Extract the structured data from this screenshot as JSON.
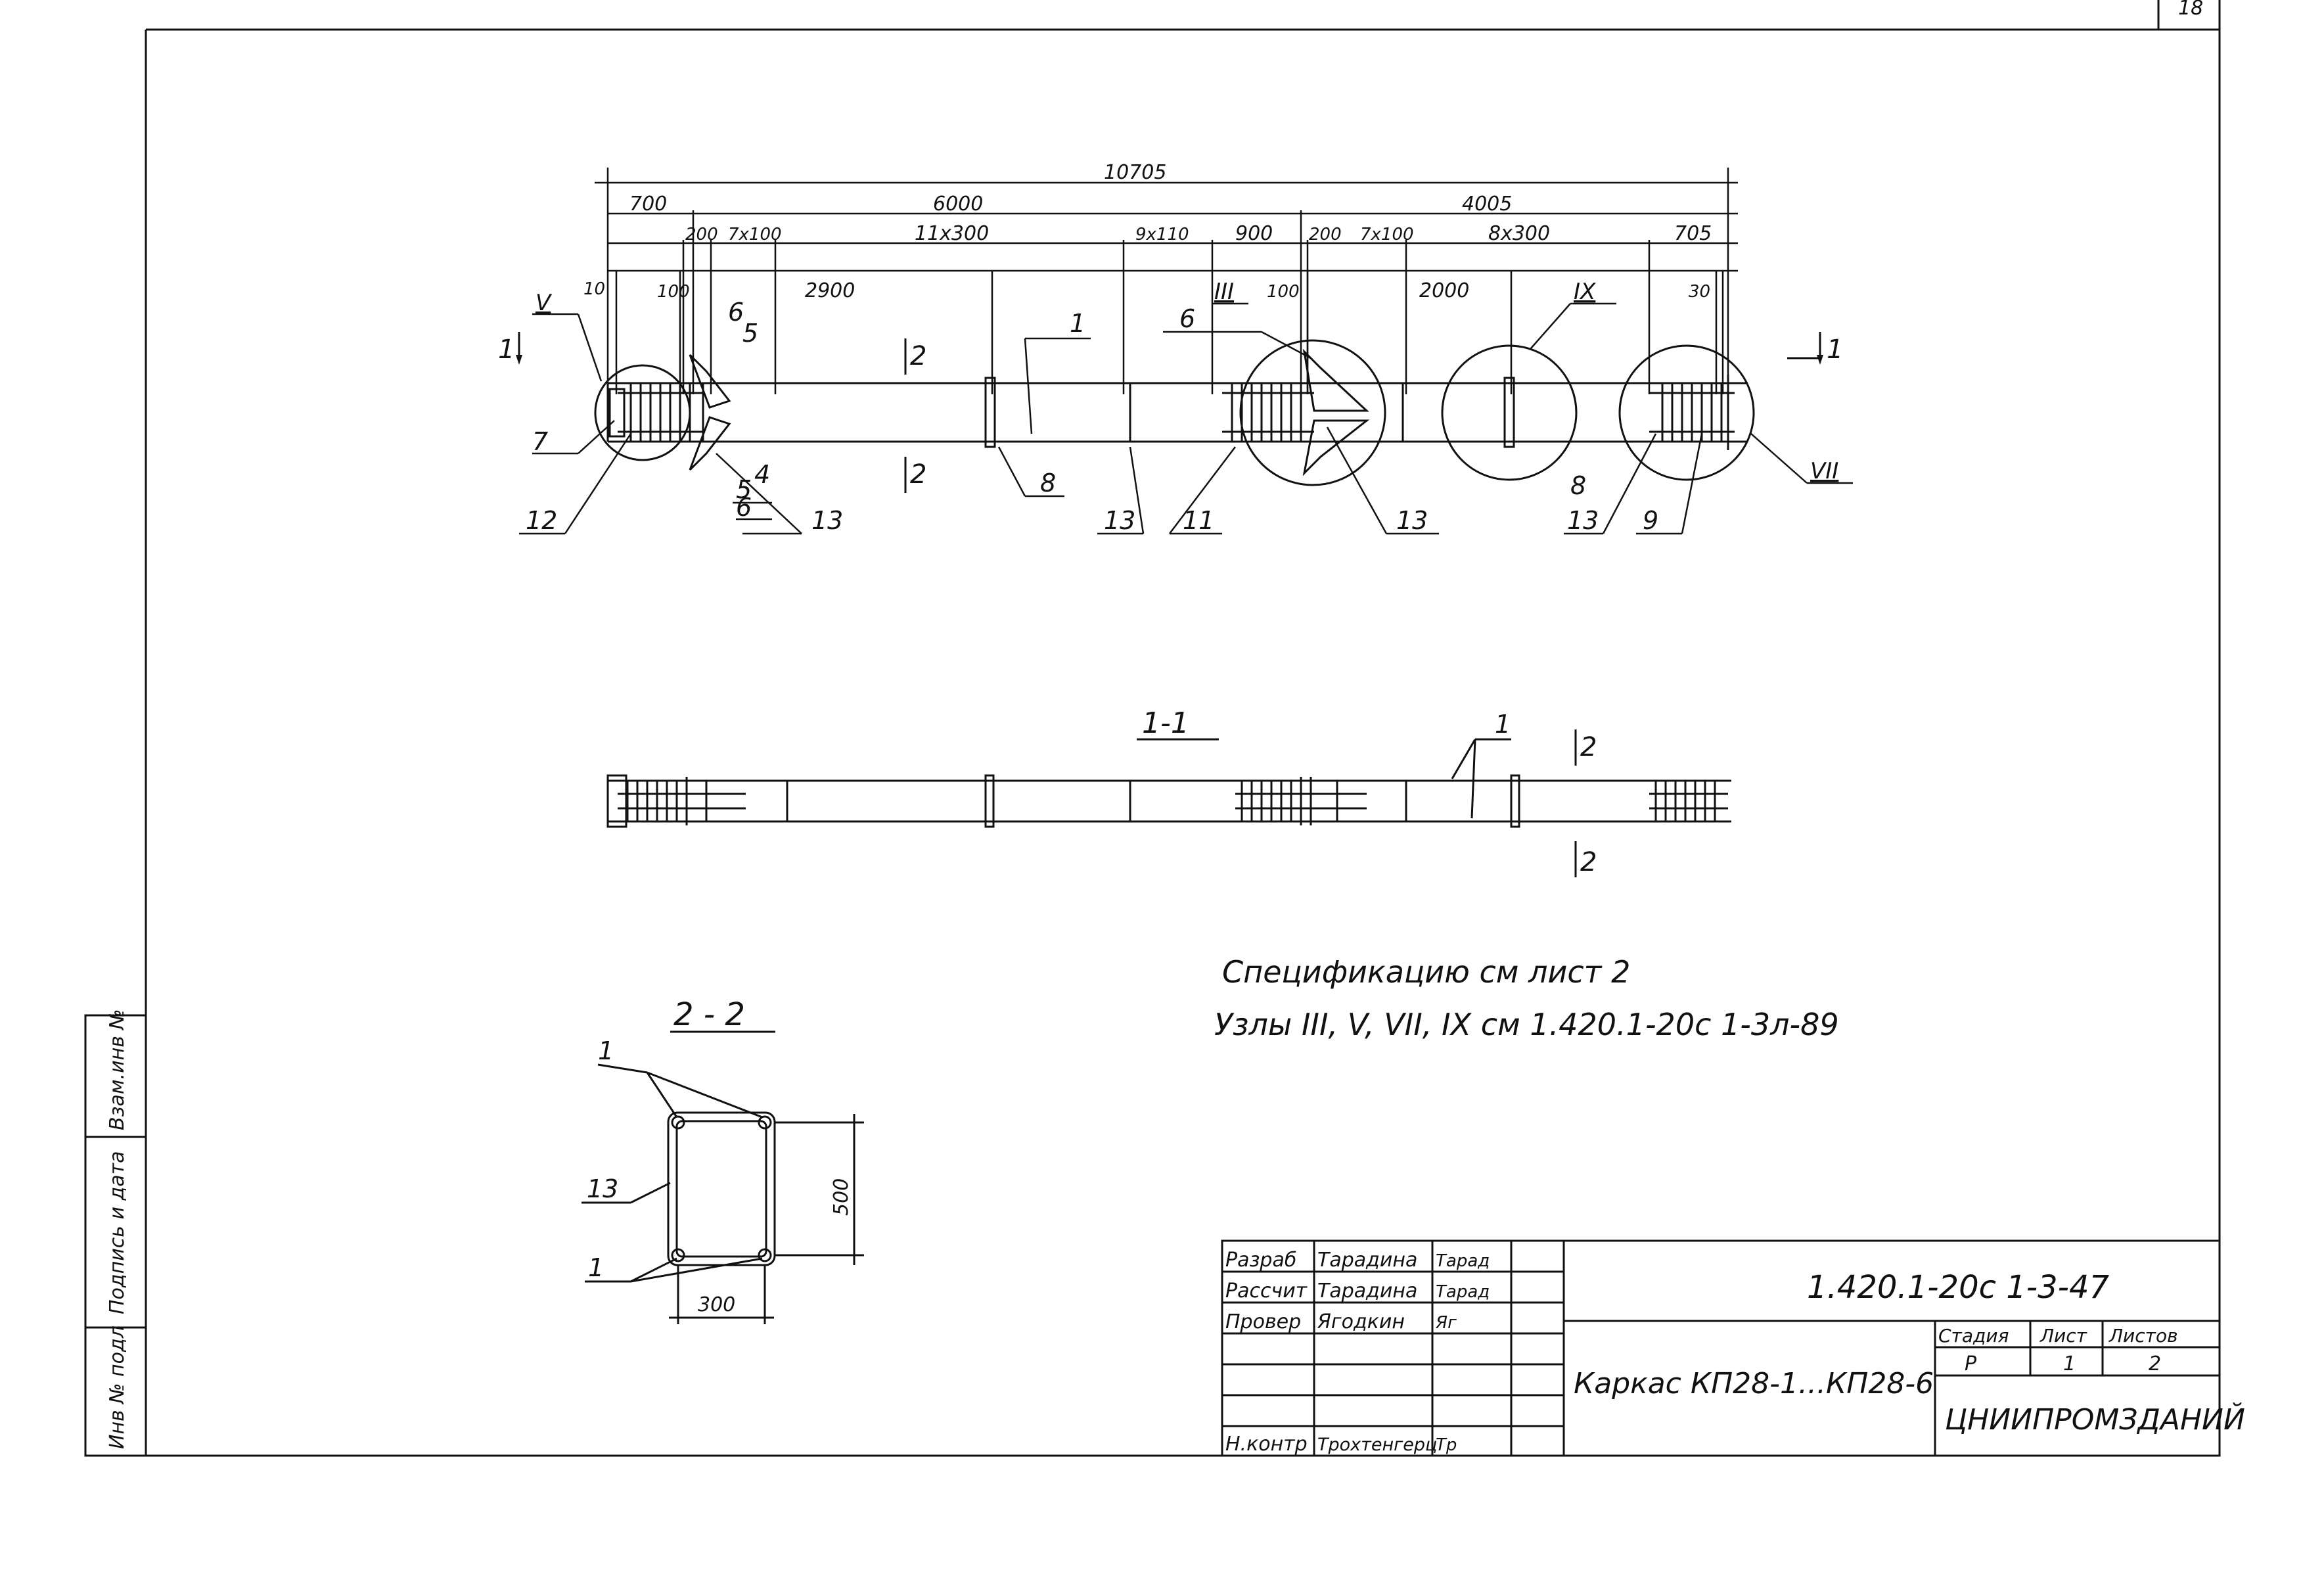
{
  "page_number": "18",
  "elevation": {
    "dims": {
      "total": "10705",
      "d6000": "6000",
      "d4005": "4005",
      "d700": "700",
      "d200a": "200",
      "d7x100a": "7x100",
      "d11x300": "11x300",
      "d9x110": "9x110",
      "d900": "900",
      "d200b": "200",
      "d7x100b": "7x100",
      "d8x300": "8x300",
      "d705": "705",
      "d10": "10",
      "d100a": "100",
      "d2900": "2900",
      "d100b": "100",
      "d2000": "2000",
      "d30": "30"
    },
    "nodes": {
      "III": "III",
      "V": "V",
      "VII": "VII",
      "IX": "IX"
    },
    "cut_mark": "1",
    "section2_mark": "2",
    "pos": {
      "p1": "1",
      "p4": "4",
      "p5a": "5",
      "p5b": "5",
      "p6a": "6",
      "p6b": "6",
      "p6c": "6",
      "p7": "7",
      "p8a": "8",
      "p8b": "8",
      "p9": "9",
      "p11": "11",
      "p12": "12",
      "p13a": "13",
      "p13b": "13",
      "p13c": "13",
      "p13d": "13"
    }
  },
  "section11": {
    "title": "1-1",
    "pos1": "1",
    "mark": "2"
  },
  "section22": {
    "title": "2 - 2",
    "pos1a": "1",
    "pos13": "13",
    "pos1b": "1",
    "dim_h": "500",
    "dim_w": "300"
  },
  "notes": {
    "spec": "Спецификацию  см   лист 2",
    "nodes": "Узлы III, V, VII, IX  см  1.420.1-20с 1-3л-89"
  },
  "side_stamp": {
    "inv_podl": "Инв № подл",
    "podpis": "Подпись и дата",
    "vzam": "Взам.инв №"
  },
  "title_block": {
    "rows": [
      {
        "role": "Разраб",
        "name": "Тарадина",
        "sign": "Тарад"
      },
      {
        "role": "Рассчит",
        "name": "Тарадина",
        "sign": "Тарад"
      },
      {
        "role": "Провер",
        "name": "Ягодкин",
        "sign": "Яг"
      },
      {
        "role": "",
        "name": "",
        "sign": ""
      },
      {
        "role": "",
        "name": "",
        "sign": ""
      },
      {
        "role": "",
        "name": "",
        "sign": ""
      },
      {
        "role": "Н.контр",
        "name": "Трохтенгерц",
        "sign": "Тр"
      }
    ],
    "doc_code": "1.420.1-20с 1-3-47",
    "name": "Каркас КП28-1...КП28-6",
    "stage_label": "Стадия",
    "sheet_label": "Лист",
    "sheets_label": "Листов",
    "stage": "Р",
    "sheet": "1",
    "sheets": "2",
    "org": "ЦНИИПРОМЗДАНИЙ"
  }
}
